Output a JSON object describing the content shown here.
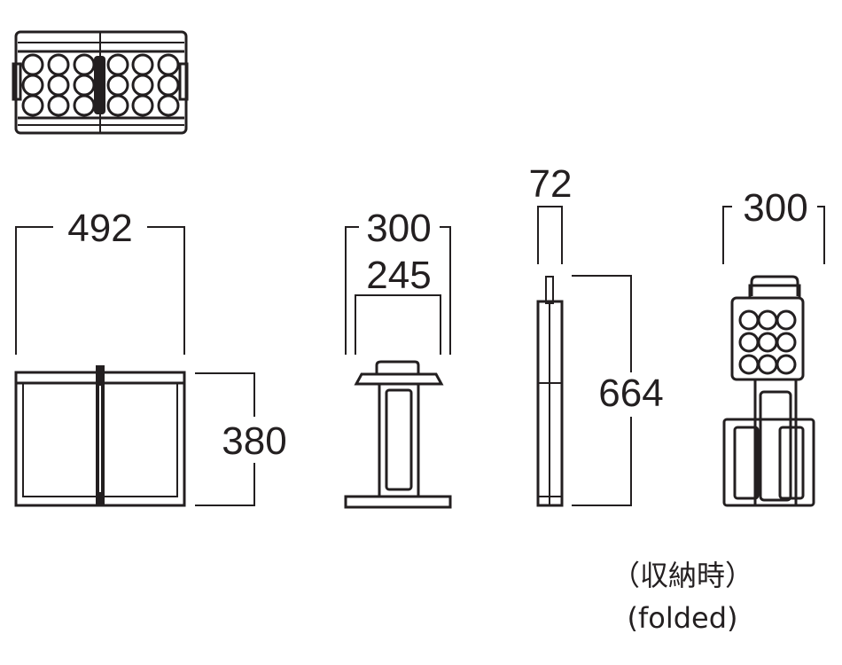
{
  "dimensions": {
    "open_width": "492",
    "height": "380",
    "depth_outer": "300",
    "depth_inner": "245",
    "folded_thickness": "72",
    "folded_height": "664",
    "folded_depth": "300"
  },
  "caption": {
    "japanese": "（収納時）",
    "english": "(folded)"
  }
}
